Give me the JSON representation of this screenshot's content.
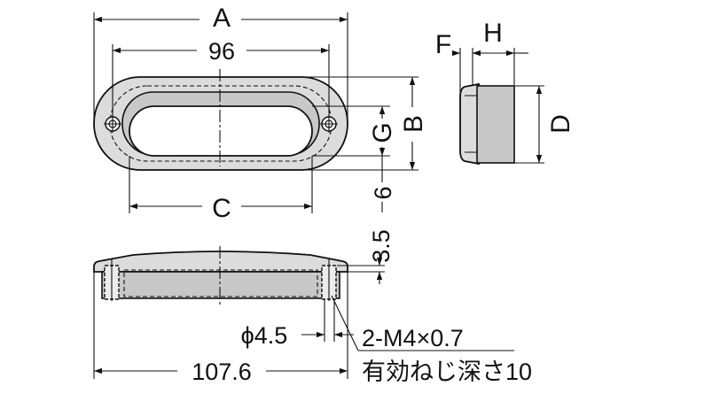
{
  "dimensions": {
    "a": "A",
    "b": "B",
    "c": "C",
    "d": "D",
    "f": "F",
    "g": "G",
    "h": "H",
    "dim_96": "96",
    "dim_6": "6",
    "dim_3_5": "3.5",
    "dim_phi": "ϕ4.5",
    "dim_107_6": "107.6"
  },
  "notes": {
    "thread": "2-M4×0.7",
    "depth": "有効ねじ深さ10"
  }
}
